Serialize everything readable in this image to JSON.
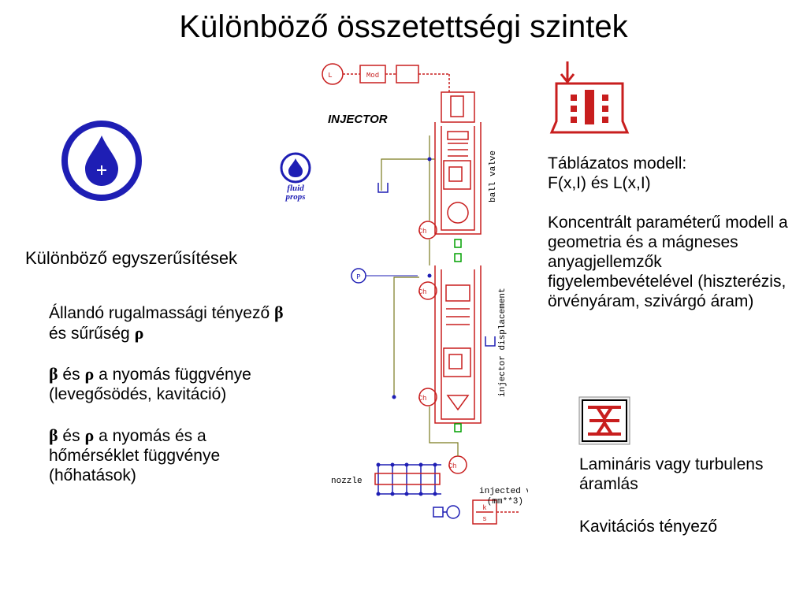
{
  "title": "Különböző összetettségi szintek",
  "left": {
    "heading": "Különböző egyszerűsítések",
    "items": [
      {
        "pre": "Állandó rugalmassági tényező ",
        "g1": "β",
        "mid": " és sűrűség ",
        "g2": "ρ",
        "post": ""
      },
      {
        "pre": "",
        "g1": "β",
        "mid": " és ",
        "g2": "ρ",
        "post": " a nyomás függvénye (levegősödés, kavitáció)"
      },
      {
        "pre": "",
        "g1": "β",
        "mid": " és ",
        "g2": "ρ",
        "post": " a nyomás és a hőmérséklet függvénye (hőhatások)"
      }
    ]
  },
  "fluid_props_label": [
    "fluid",
    "props"
  ],
  "diagram": {
    "injector_label": "INJECTOR",
    "mod_label": "Mod",
    "ball_valve_label": "ball valve",
    "injector_displacement_label": "injector displacement",
    "nozzle_label": "nozzle",
    "injected_volume_label": "injected volume",
    "injected_volume_unit": "(mm**3)",
    "ch_label": "Ch",
    "p_label": "P",
    "k_label": "k",
    "s_label": "s",
    "colors": {
      "component": "#c81e1e",
      "line": "#7a7a1e",
      "hydraulic": "#1e1eb4",
      "green": "#00a000"
    }
  },
  "right_top": {
    "lines": [
      "Táblázatos modell:",
      "F(x,I) és L(x,I)"
    ],
    "para": "Koncentrált paraméterű modell a geometria és a mágneses anyagjellemzők figyelembevételével (hiszterézis, örvényáram, szivárgó áram)"
  },
  "right_bottom": {
    "para1": "Lamináris vagy turbulens áramlás",
    "para2": "Kavitációs tényező"
  }
}
